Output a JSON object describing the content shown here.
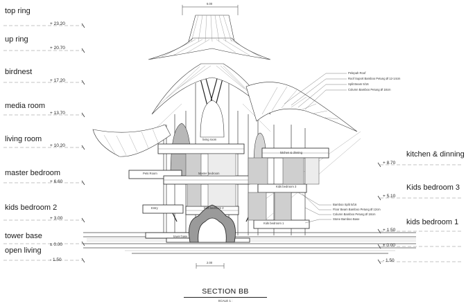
{
  "levels_left": [
    {
      "name": "top ring",
      "elevation": "+ 23.20"
    },
    {
      "name": "up ring",
      "elevation": "+ 20.70"
    },
    {
      "name": "birdnest",
      "elevation": "+ 17.20"
    },
    {
      "name": "media room",
      "elevation": "+ 13.70"
    },
    {
      "name": "living room",
      "elevation": "+ 10.20"
    },
    {
      "name": "master bedroom",
      "elevation": "+ 6.60"
    },
    {
      "name": "kids bedroom 2",
      "elevation": "+ 3.00"
    },
    {
      "name": "tower base",
      "elevation": "± 0.00"
    },
    {
      "name": "open living",
      "elevation": "- 1.50"
    }
  ],
  "levels_right": [
    {
      "name": "kitchen & dinning",
      "elevation": "+ 8.70"
    },
    {
      "name": "Kids bedroom 3",
      "elevation": "+ 5.10"
    },
    {
      "name": "kids bedroom 1",
      "elevation": "+ 1.50"
    },
    {
      "name": "",
      "elevation": "± 0.00"
    },
    {
      "name": "",
      "elevation": "- 1.50"
    }
  ],
  "annotations_upper": [
    "Pelepah Roof",
    "Roof Suport Bamboo Petung Ø 12-14cm",
    "Split Beam 5/16",
    "Column Bamboo Petung Ø 18cm"
  ],
  "annotations_lower": [
    "Bamboo Split 5/16",
    "Floor Beam Bamboo Petung Ø 12cm",
    "Column Bamboo Petung Ø 18cm",
    "Stone Bamboo Base"
  ],
  "room_tags": {
    "living": "living room",
    "pets": "Pets Room",
    "master": "Master bedroom",
    "kitchen": "kitchen & dinning",
    "kids3": "Kids bedroom 3",
    "kids2": "kids bedroom 2",
    "kids1": "Kids bedroom 1",
    "tower": "tower base",
    "entry": "Entry"
  },
  "dimensions": {
    "top": "6.00",
    "bottom": "2.00"
  },
  "title": "SECTION BB",
  "scale": "SCALE 1 :"
}
